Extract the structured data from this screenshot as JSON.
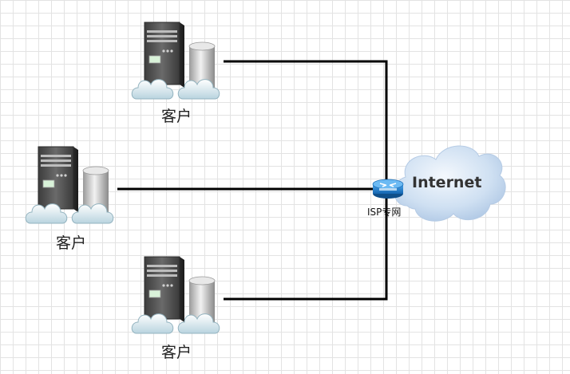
{
  "clients": [
    {
      "label": "客户"
    },
    {
      "label": "客户"
    },
    {
      "label": "客户"
    }
  ],
  "isp": {
    "label": "ISP专网"
  },
  "internet": {
    "label": "Internet"
  },
  "icons": {
    "client": "server-cloud-icon",
    "isp": "router-icon",
    "internet": "cloud-icon"
  },
  "colors": {
    "line": "#000000",
    "router": "#1e7fd0",
    "cloud": "#c6daee"
  }
}
